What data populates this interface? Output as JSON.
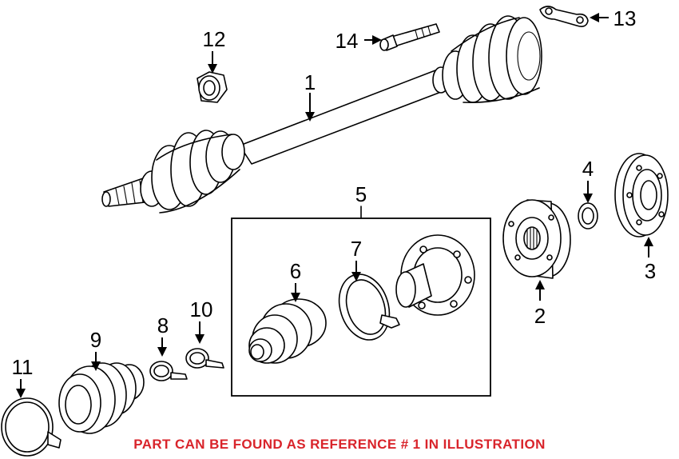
{
  "callouts": {
    "c1": "1",
    "c2": "2",
    "c3": "3",
    "c4": "4",
    "c5": "5",
    "c6": "6",
    "c7": "7",
    "c8": "8",
    "c9": "9",
    "c10": "10",
    "c11": "11",
    "c12": "12",
    "c13": "13",
    "c14": "14"
  },
  "footer": {
    "note": "PART CAN BE FOUND AS REFERENCE # 1 IN ILLUSTRATION"
  },
  "colors": {
    "note": "#d9242b",
    "line": "#000000",
    "background": "#ffffff"
  }
}
